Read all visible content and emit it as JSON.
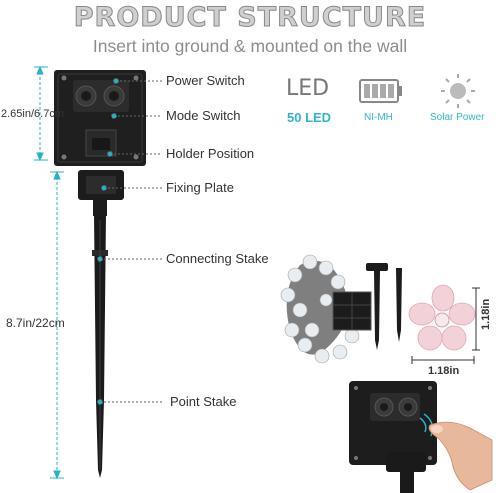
{
  "header": {
    "title": "PRODUCT STRUCTURE",
    "subtitle": "Insert into ground & mounted on the wall"
  },
  "callouts": [
    "Power Switch",
    "Mode Switch",
    "Holder Position",
    "Fixing Plate",
    "Connecting Stake",
    "Point Stake"
  ],
  "dimensions": {
    "panel_height": "2.65in/6.7cm",
    "stake_height": "8.7in/22cm",
    "flower_height": "1.18in",
    "flower_width": "1.18in"
  },
  "features": {
    "led_big": "LED",
    "led_count": "50 LED",
    "battery": "NI-MH",
    "solar": "Solar Power"
  },
  "colors": {
    "accent": "#25b3c9",
    "panel": "#1f1f1f",
    "text": "#333333"
  }
}
